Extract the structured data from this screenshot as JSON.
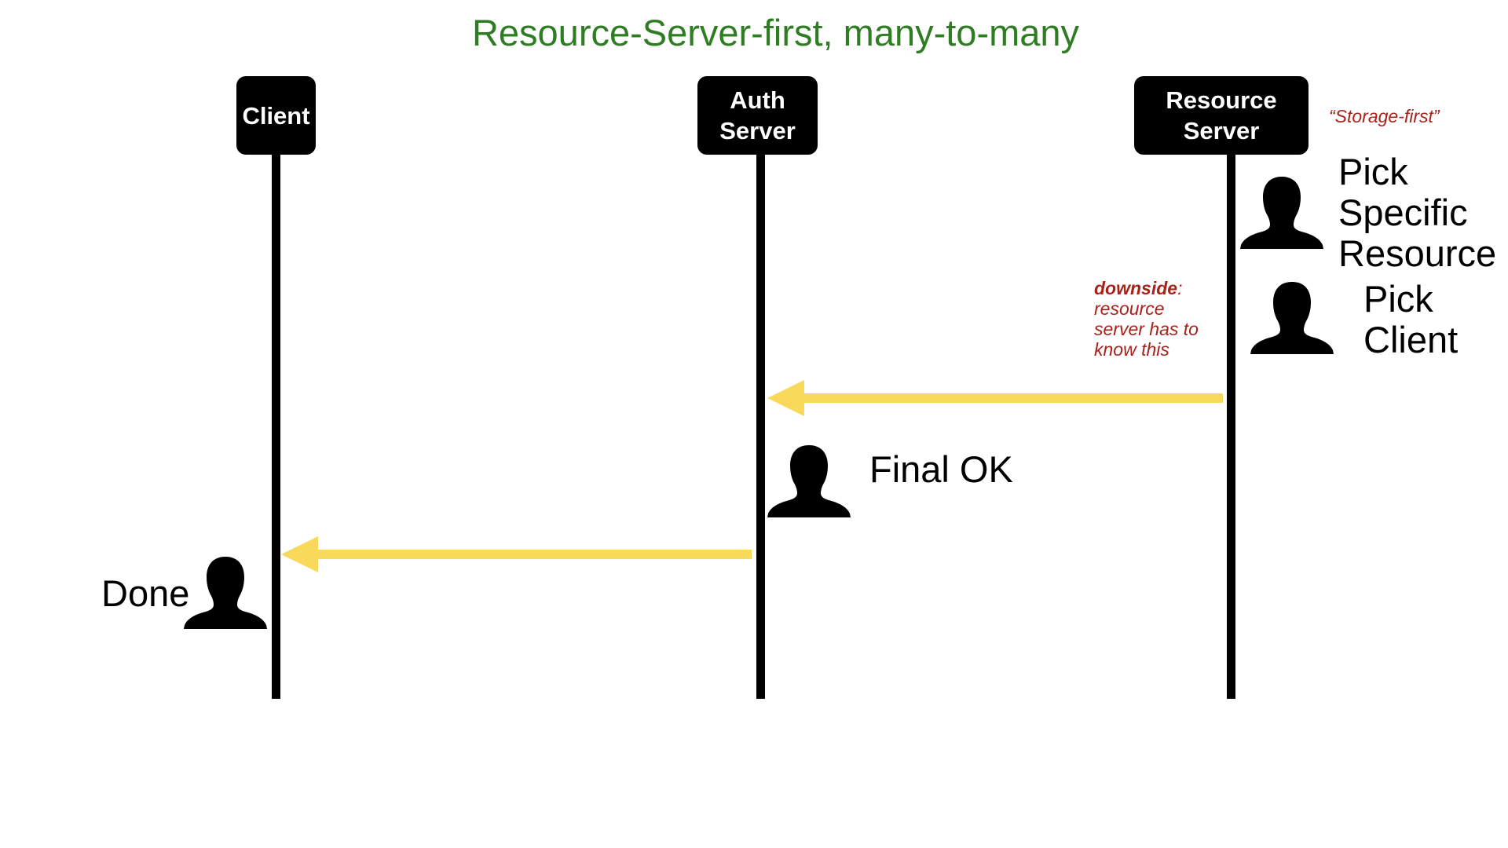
{
  "title": "Resource-Server-first, many-to-many",
  "colors": {
    "title": "#2e7d23",
    "lifeline": "#000000",
    "arrow": "#f8d95a",
    "note": "#a8221a"
  },
  "actors": [
    {
      "id": "client",
      "lines": [
        "Client"
      ]
    },
    {
      "id": "auth_server",
      "lines": [
        "Auth",
        "Server"
      ]
    },
    {
      "id": "resource_server",
      "lines": [
        "Resource",
        "Server"
      ]
    }
  ],
  "notes": {
    "storage_first": "“Storage-first”",
    "downside_bold": "downside",
    "downside_colon": ":",
    "downside_lines": [
      "resource",
      "server has to",
      "know this"
    ]
  },
  "steps": {
    "pick_specific_resource": [
      "Pick",
      "Specific",
      "Resource"
    ],
    "pick_client": [
      "Pick",
      "Client"
    ],
    "final_ok": "Final OK",
    "done": "Done"
  },
  "icons": {
    "person": "person-silhouette-icon",
    "arrow": "arrow-left-icon"
  }
}
